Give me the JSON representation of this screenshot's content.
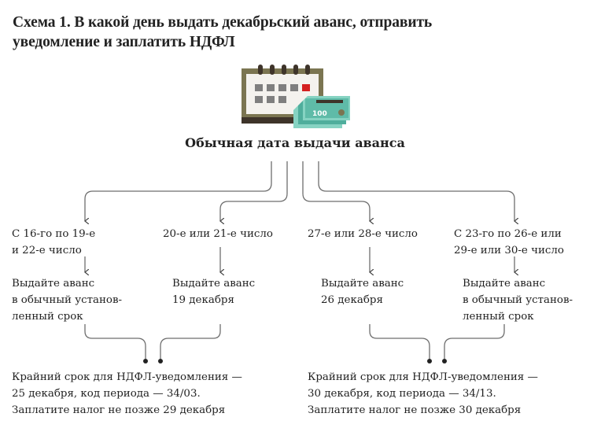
{
  "title": {
    "line1": "Схема 1. В какой день выдать декабрьский аванс, отправить",
    "line2": "уведомление и заплатить НДФЛ"
  },
  "icon": {
    "name": "calendar-with-money-icon",
    "banknote_label": "100",
    "colors": {
      "calendar_frame": "#7b7551",
      "calendar_base": "#3e342a",
      "calendar_rings": "#3e342a",
      "day_square": "#7f7f7f",
      "highlight_day": "#d42020",
      "banknote_dark": "#4fae9c",
      "banknote_light": "#86d3c2",
      "banknote_stripe": "#3e342a",
      "banknote_coin": "#7b7551"
    }
  },
  "root": {
    "label": "Обычная дата выдачи аванса"
  },
  "branches": [
    {
      "condition": [
        "С 16-го по 19-е",
        "и 22-е число"
      ],
      "action": [
        "Выдайте аванс",
        "в обычный установ-",
        "ленный срок"
      ]
    },
    {
      "condition": [
        "20-е или 21-е число"
      ],
      "action": [
        "Выдайте аванс",
        "19 декабря"
      ]
    },
    {
      "condition": [
        "27-е или 28-е число"
      ],
      "action": [
        "Выдайте аванс",
        "26 декабря"
      ]
    },
    {
      "condition": [
        "С 23-го по 26-е или",
        "29-е или 30-е число"
      ],
      "action": [
        "Выдайте аванс",
        "в обычный установ-",
        "ленный срок"
      ]
    }
  ],
  "outcomes": [
    {
      "lines": [
        "Крайний срок для НДФЛ-уведомления —",
        "25 декабря, код периода — 34/03.",
        "Заплатите налог не позже 29 декабря"
      ]
    },
    {
      "lines": [
        "Крайний срок для НДФЛ-уведомления —",
        "30 декабря, код периода — 34/13.",
        "Заплатите налог не позже 30 декабря"
      ]
    }
  ],
  "colors": {
    "line": "#6e6e6e",
    "text": "#222222"
  }
}
